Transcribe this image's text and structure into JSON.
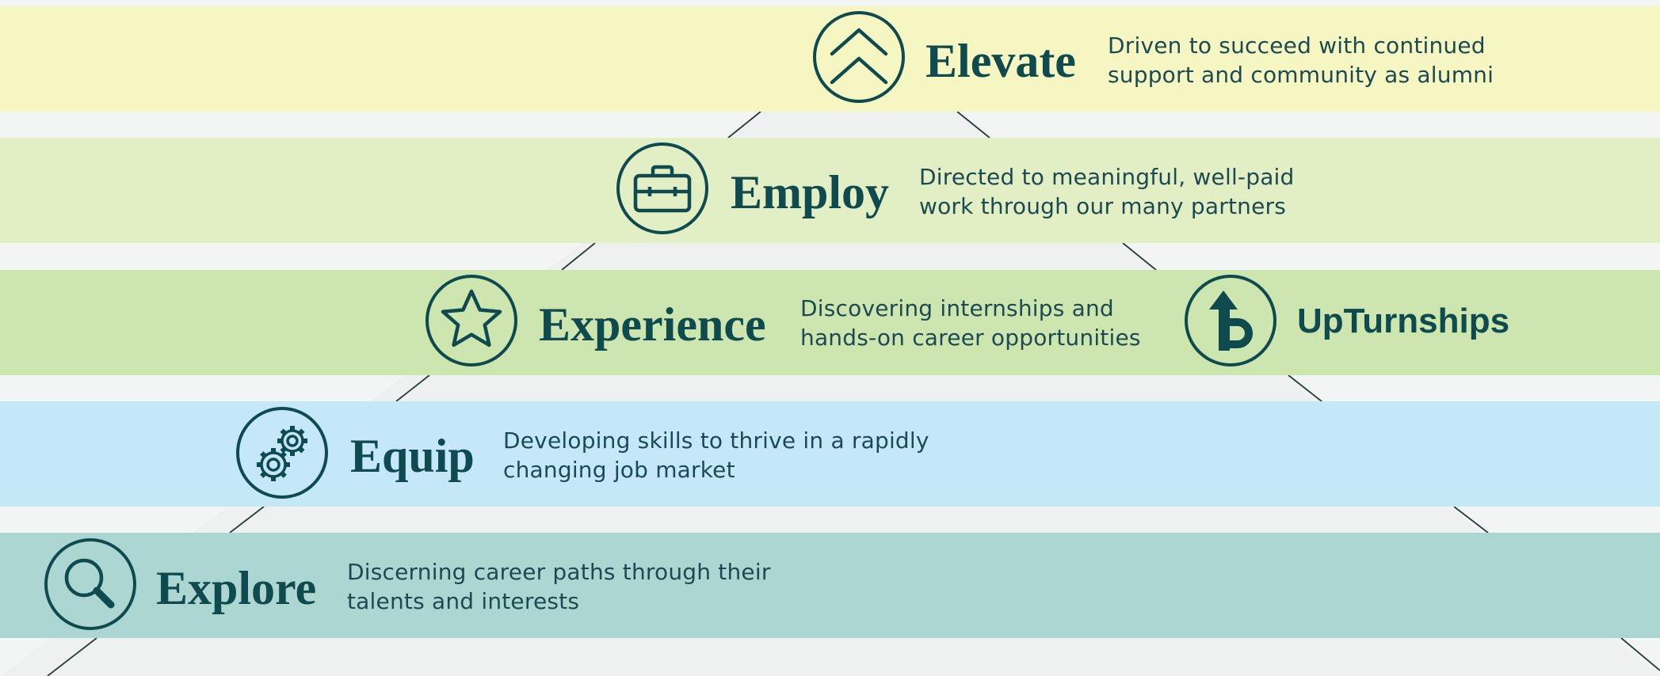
{
  "colors": {
    "ink": "#0e4a4e",
    "text": "#1d4a52",
    "band_elevate": "#f5f6c1",
    "band_employ": "#e2eec4",
    "band_experience": "#cde5ae",
    "band_equip": "#c5e8f7",
    "band_explore": "#acd6d1"
  },
  "stages": [
    {
      "title": "Elevate",
      "icon": "double-chevron-up-icon",
      "line1": "Driven to succeed with continued",
      "line2": "support and community as alumni"
    },
    {
      "title": "Employ",
      "icon": "briefcase-icon",
      "line1": "Directed to meaningful, well-paid",
      "line2": "work through our many partners"
    },
    {
      "title": "Experience",
      "icon": "star-icon",
      "line1": "Discovering internships and",
      "line2": "hands-on career opportunities"
    },
    {
      "title": "Equip",
      "icon": "gears-icon",
      "line1": "Developing skills to thrive in a rapidly",
      "line2": "changing job market"
    },
    {
      "title": "Explore",
      "icon": "magnifier-icon",
      "line1": "Discerning career paths through their",
      "line2": "talents and interests"
    }
  ],
  "brand": {
    "name": "UpTurnships",
    "icon": "upturnships-logo-icon"
  }
}
